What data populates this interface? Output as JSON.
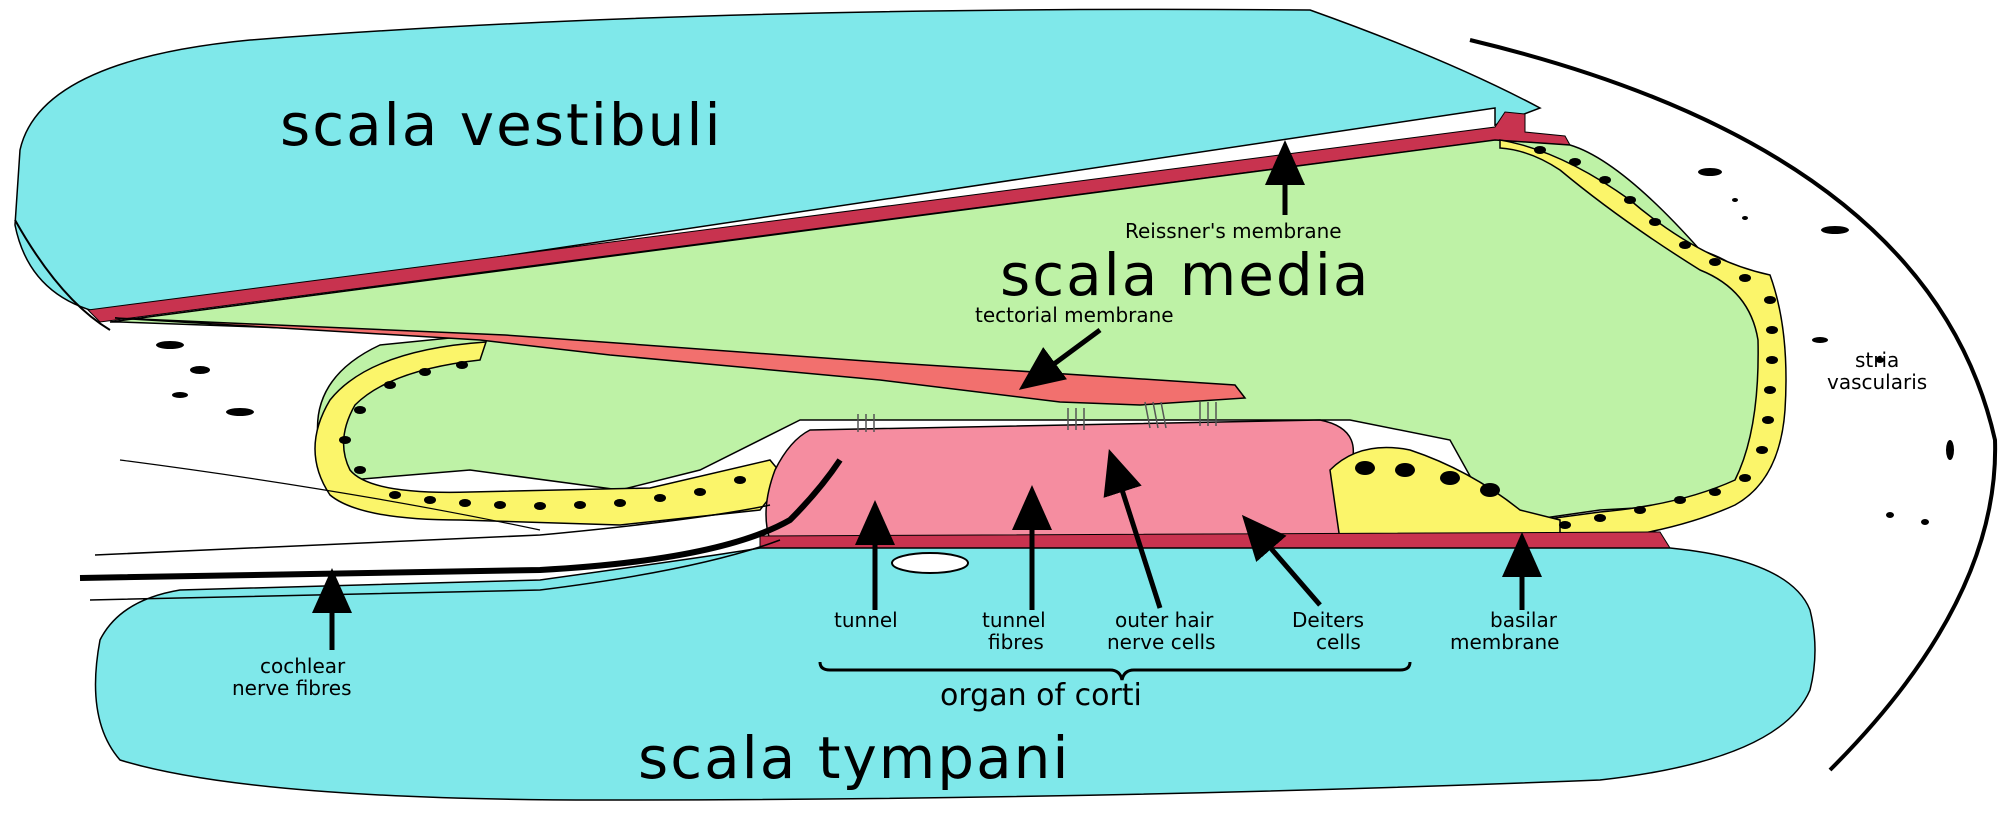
{
  "colors": {
    "scala": "#7fe8ea",
    "media": "#bef2a6",
    "membrane": "#c8334f",
    "tectorial": "#f2706e",
    "organ": "#f58da0",
    "cells": "#fbf56a",
    "outline": "#000000"
  },
  "regions": {
    "scala_vestibuli": "scala vestibuli",
    "scala_media": "scala media",
    "scala_tympani": "scala tympani"
  },
  "labels": {
    "reissners_membrane": "Reissner's membrane",
    "tectorial_membrane": "tectorial membrane",
    "stria_line1": "stria",
    "stria_line2": "vascularis",
    "tunnel": "tunnel",
    "tunnel_fibres_line1": "tunnel",
    "tunnel_fibres_line2": "fibres",
    "outer_hair_line1": "outer hair",
    "outer_hair_line2": "nerve cells",
    "deiters_line1": "Deiters",
    "deiters_line2": "cells",
    "basilar_line1": "basilar",
    "basilar_line2": "membrane",
    "cochlear_line1": "cochlear",
    "cochlear_line2": "nerve fibres",
    "organ_of_corti": "organ of corti"
  }
}
